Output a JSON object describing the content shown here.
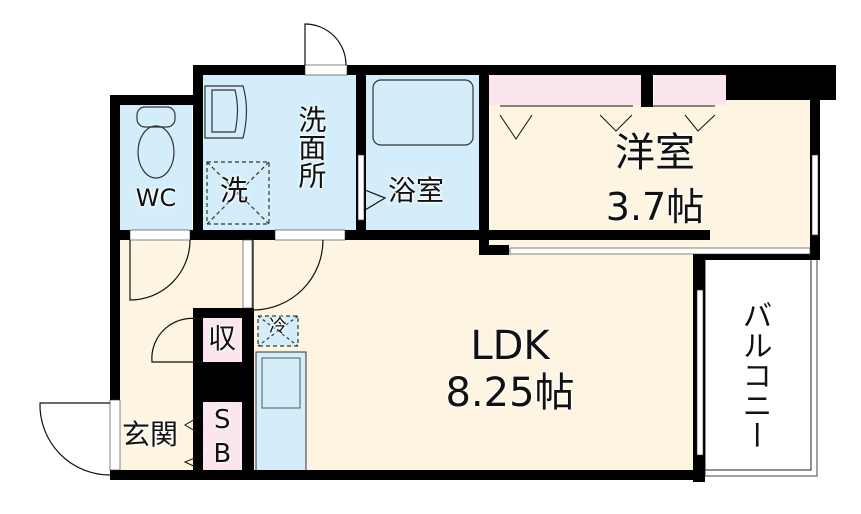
{
  "floor_plan": {
    "colors": {
      "wall": "#000000",
      "living_floor": "#fdf5e2",
      "wet_area": "#d3eefa",
      "storage": "#fbe5ee",
      "balcony": "#ffffff"
    },
    "rooms": {
      "wc": {
        "label": "WC"
      },
      "washroom": {
        "label": "洗面所"
      },
      "washer": {
        "label": "洗"
      },
      "bathroom": {
        "label": "浴室"
      },
      "western_room": {
        "label": "洋室",
        "size": "3.7帖"
      },
      "ldk": {
        "label": "LDK",
        "size": "8.25帖"
      },
      "storage": {
        "label": "収"
      },
      "refrigerator": {
        "label": "冷"
      },
      "shoe_box": {
        "label": "SB"
      },
      "entrance": {
        "label": "玄関"
      },
      "balcony": {
        "label": "バルコニー"
      }
    }
  }
}
